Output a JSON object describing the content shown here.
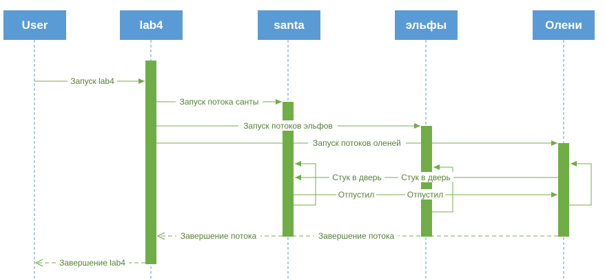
{
  "participants": [
    {
      "id": "user",
      "label": "User"
    },
    {
      "id": "lab4",
      "label": "lab4"
    },
    {
      "id": "santa",
      "label": "santa"
    },
    {
      "id": "elves",
      "label": "эльфы"
    },
    {
      "id": "deer",
      "label": "Олени"
    }
  ],
  "messages": {
    "m1": "Запуск lab4",
    "m2": "Запуск потока санты",
    "m3": "Запуск потоков эльфов",
    "m4": "Запуск потоков оленей",
    "m5": "Стук в дверь",
    "m6": "Стук в дверь",
    "m7": "Отпустил",
    "m8": "Отпустил",
    "m9": "Завершение потока",
    "m10": "Завершение потока",
    "m11": "Завершение lab4"
  },
  "colors": {
    "header": "#5b9bd5",
    "activation": "#70ad47",
    "message": "#70ad47",
    "label": "#548235"
  }
}
